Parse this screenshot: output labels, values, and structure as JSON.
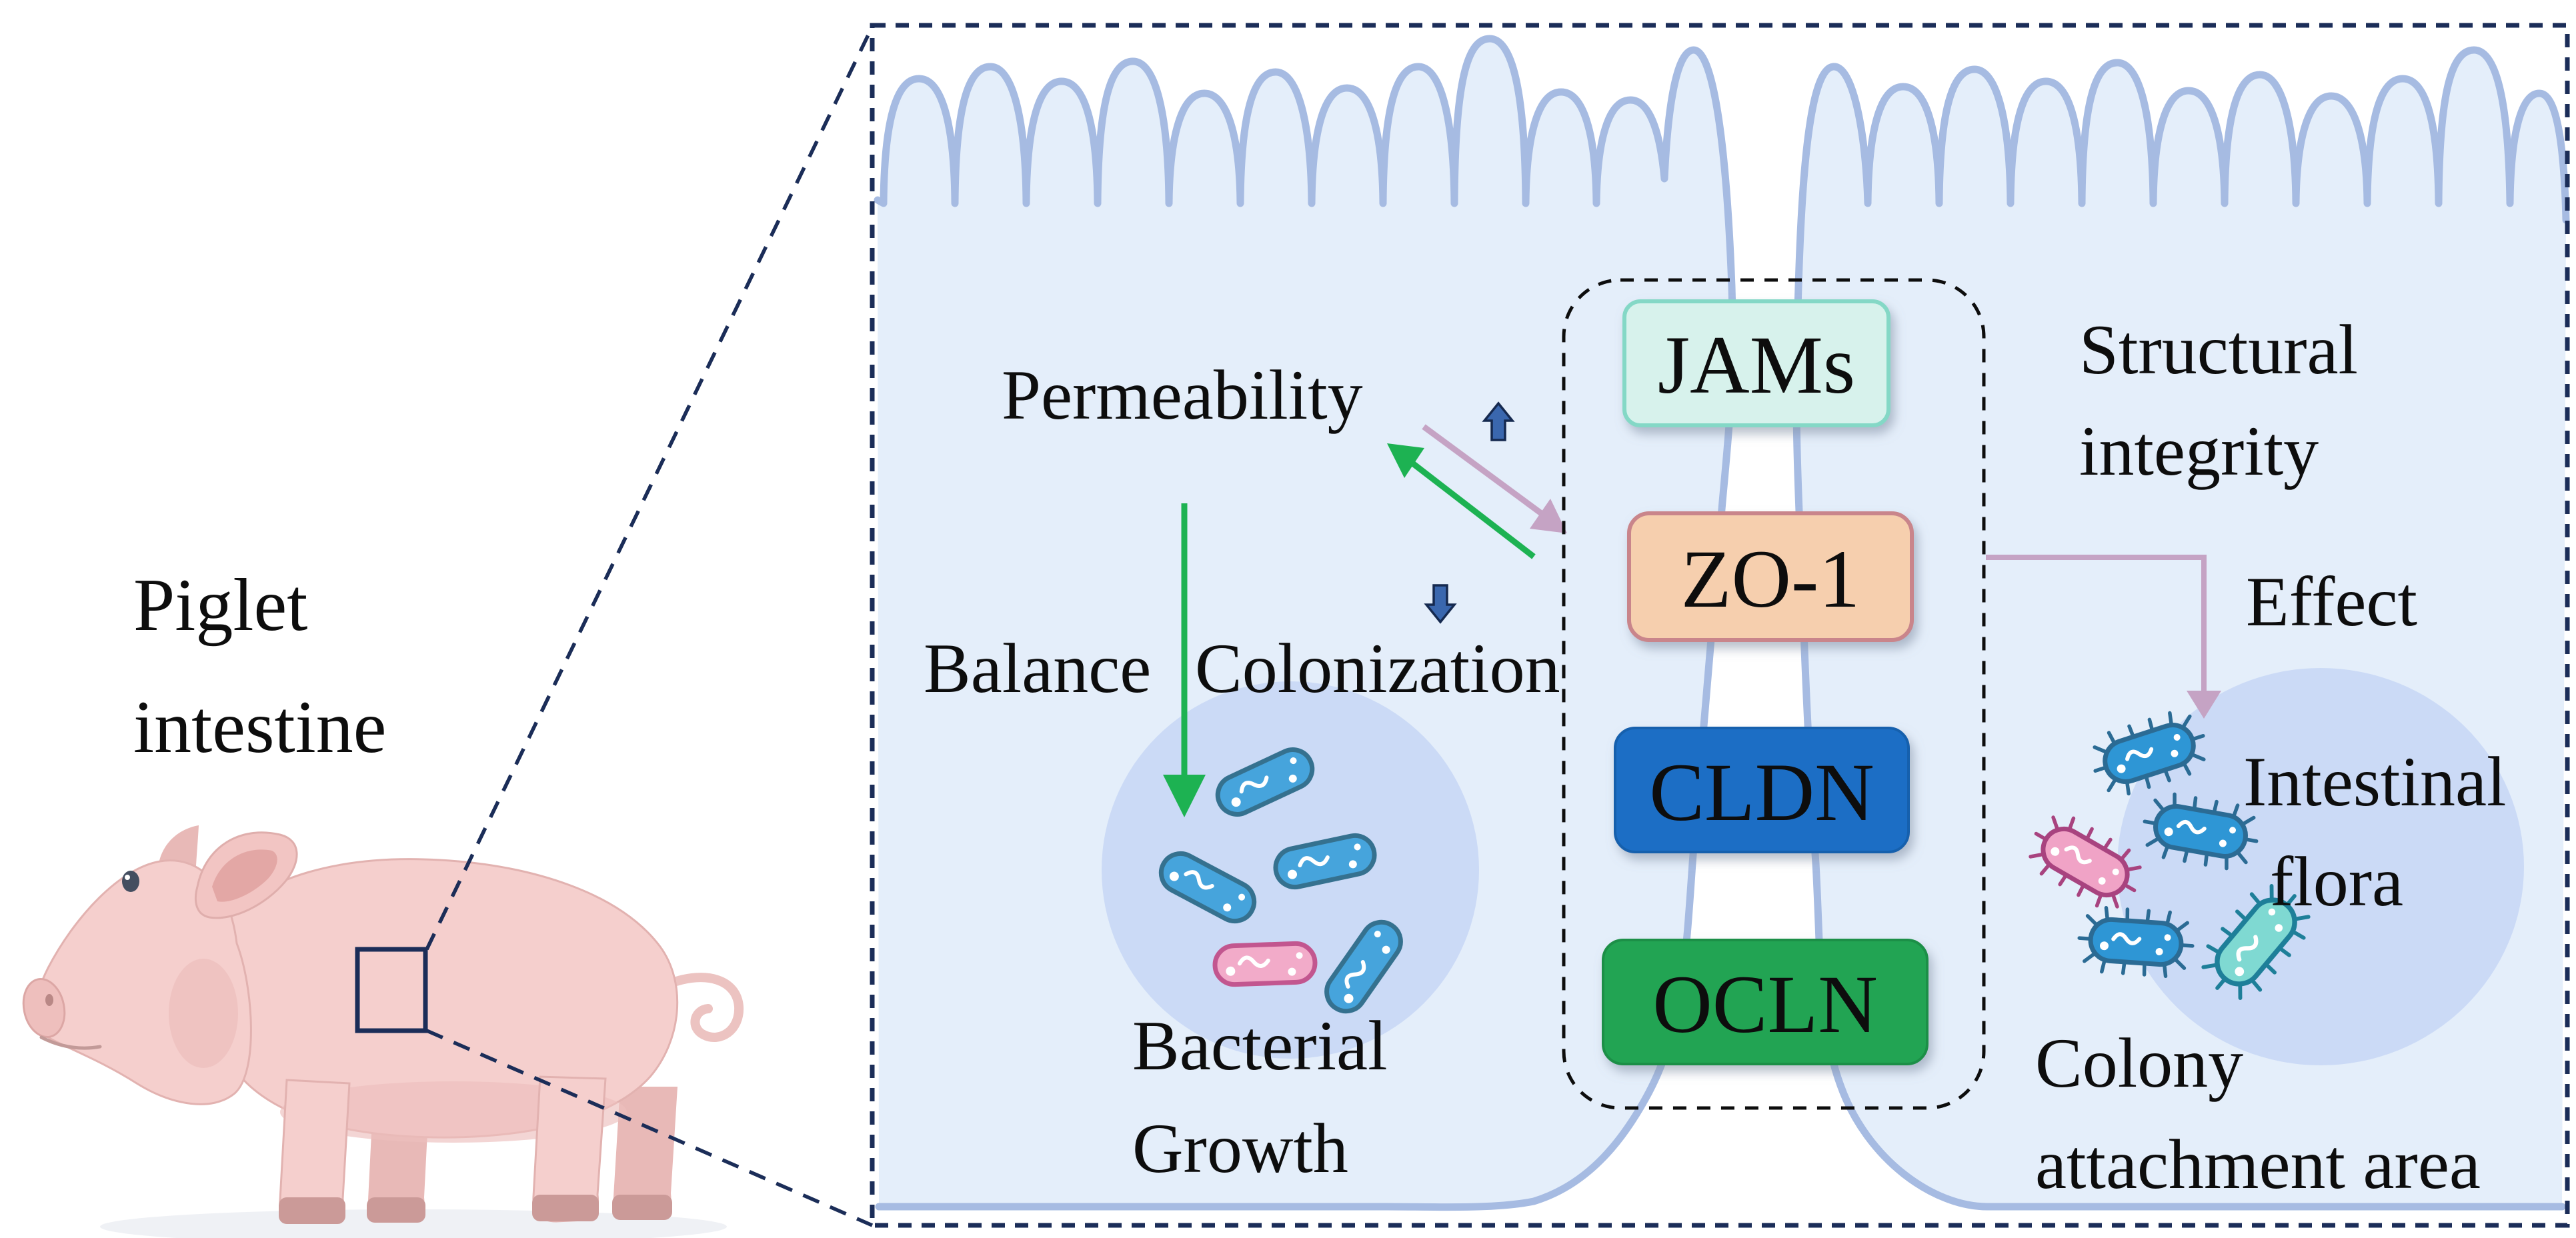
{
  "left_panel": {
    "label_line1": "Piglet",
    "label_line2": "intestine"
  },
  "zoom_panel": {
    "permeability_label": "Permeability",
    "balance_label": "Balance",
    "colonization_label": "Colonization",
    "bacterial_growth": {
      "line1": "Bacterial",
      "line2": "Growth"
    },
    "tight_junction": {
      "proteins": [
        {
          "label": "JAMs",
          "fill": "#d7f2ec",
          "border": "#84d8c6"
        },
        {
          "label": "ZO-1",
          "fill": "#f6cfae",
          "border": "#c9858b"
        },
        {
          "label": "CLDN",
          "fill": "#1a6ec5",
          "border": "#1761ad"
        },
        {
          "label": "OCLN",
          "fill": "#22a453",
          "border": "#1b8f47"
        }
      ]
    },
    "structural_integrity": {
      "line1": "Structural",
      "line2": "integrity"
    },
    "effect_label": "Effect",
    "intestinal_flora": {
      "line1": "Intestinal",
      "line2": "flora"
    },
    "colony_attachment": {
      "line1": "Colony",
      "line2": "attachment area"
    }
  },
  "colors": {
    "panel_border": "#1b2d58",
    "marker_square": "#1b2d58",
    "connector_line": "#1b2d58",
    "tight_junction_border": "#0d0d0d",
    "cell_fill": "#e4eefa",
    "cell_outline": "#a6bbe2",
    "attachment_circle": "#cbdaf6",
    "green_arrow": "#1db252",
    "mauve_arrow": "#c5a3c4",
    "navy_arrow_fill": "#3a67ae",
    "navy_arrow_border": "#15294f",
    "text": "#0d0d0d",
    "bacteria": {
      "blue_fill": "#2e96d5",
      "blue_outline": "#2b6b94",
      "light_blue_fill": "#46a4dc",
      "light_blue_outline": "#35718f",
      "pink_fill": "#f2abc9",
      "pink_outline": "#c2568f",
      "magenta_fill": "#f0a3c6",
      "magenta_outline": "#a8437f",
      "teal_fill": "#7fd9d2",
      "teal_outline": "#1e7f99"
    },
    "pig_body": "#f5cfcd",
    "pig_shade": "#e8b9b7",
    "pig_hoof": "#cb9a98"
  }
}
